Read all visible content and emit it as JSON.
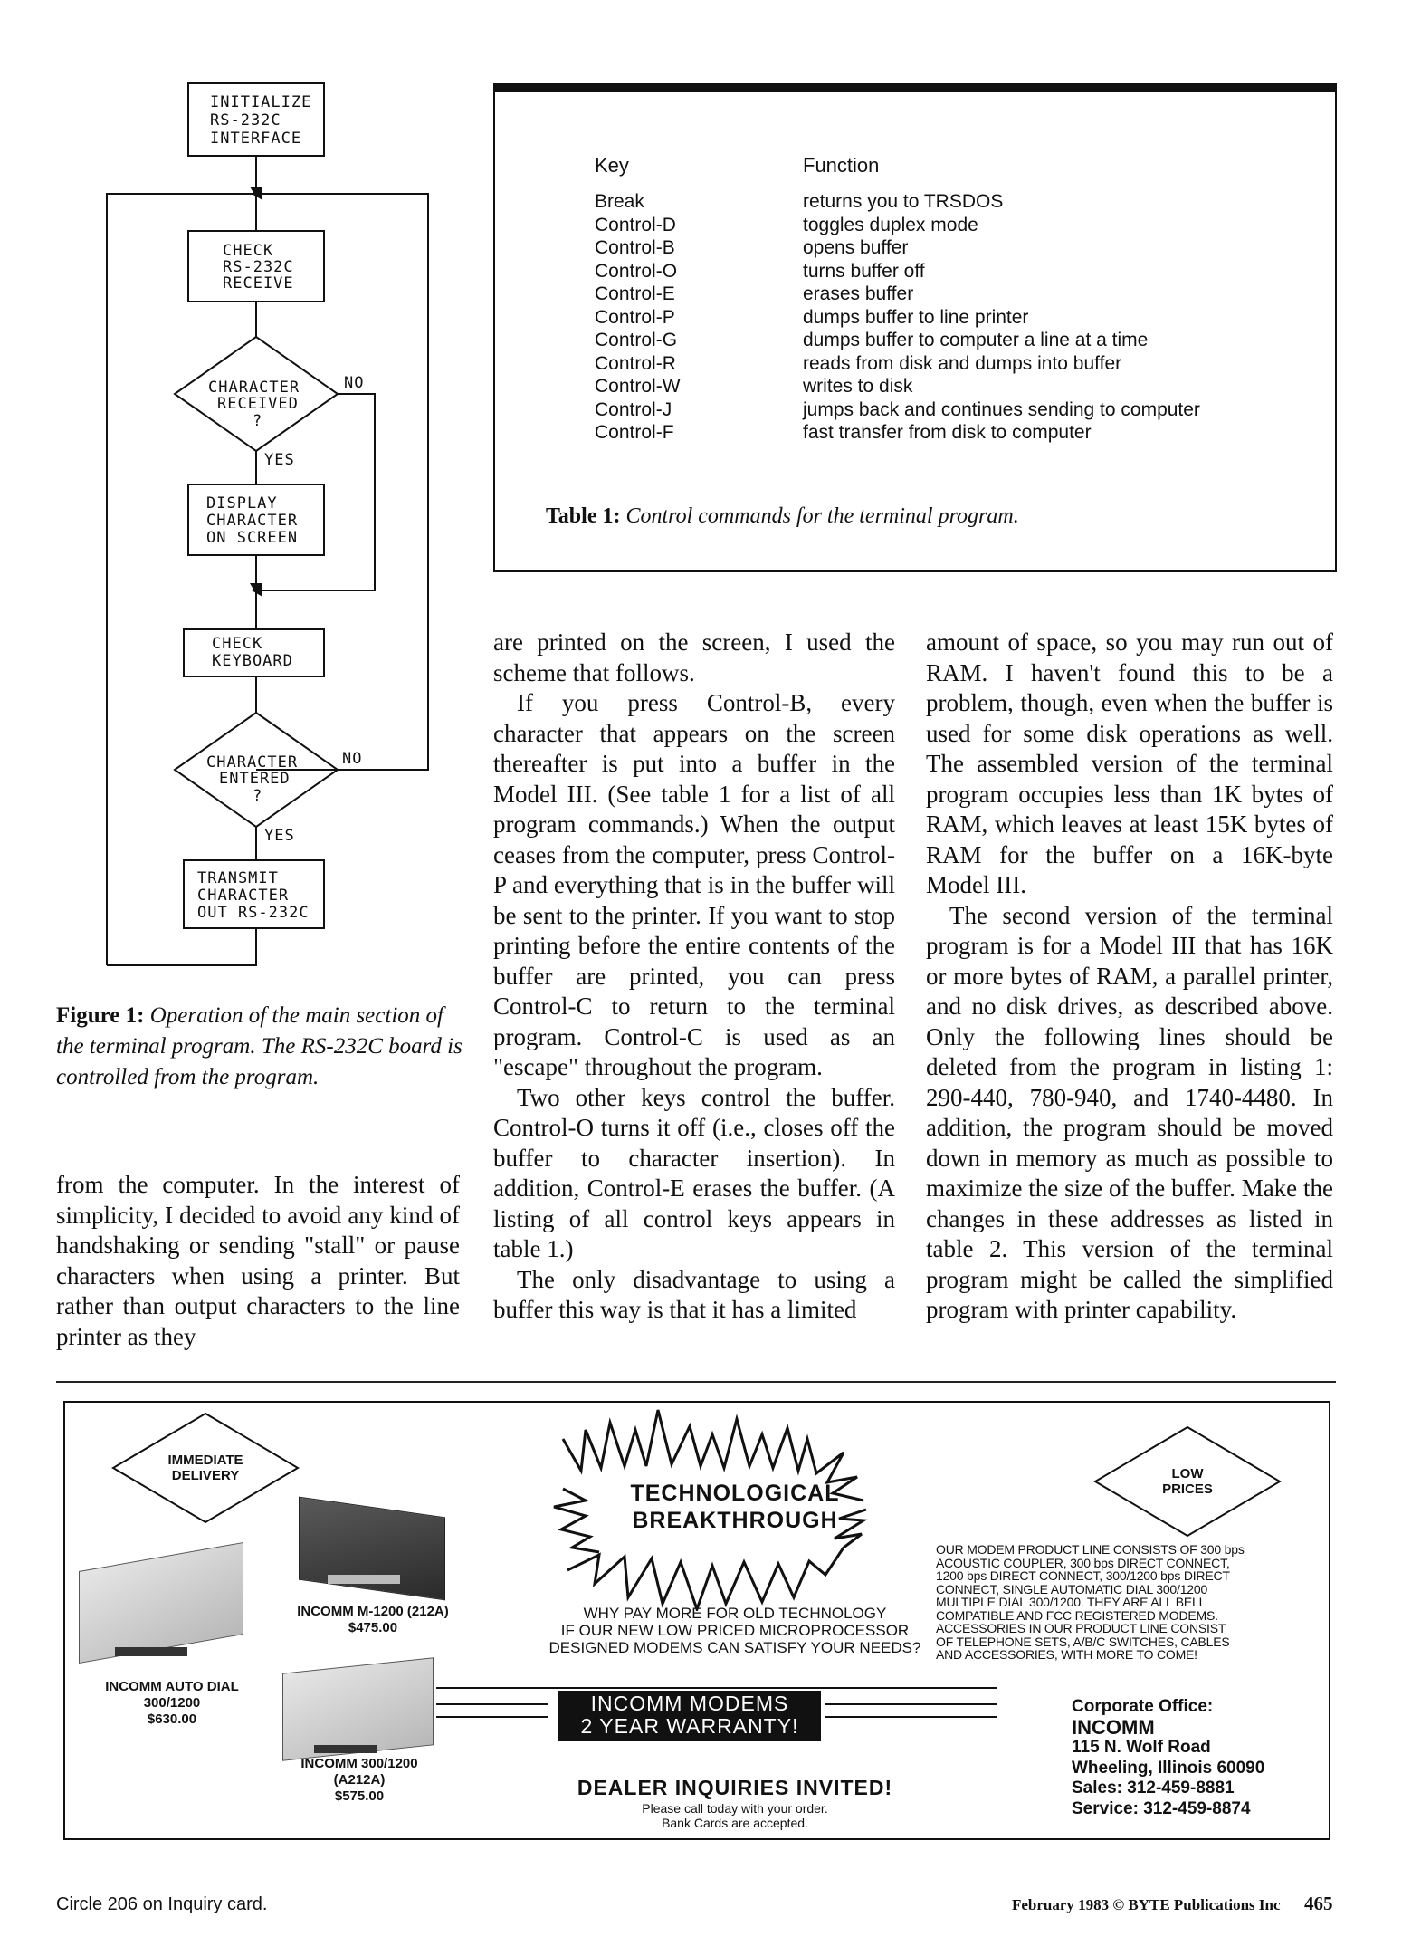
{
  "flowchart": {
    "steps": {
      "init": [
        "INITIALIZE",
        "RS-232C",
        "INTERFACE"
      ],
      "check_receive": [
        "CHECK",
        "RS-232C",
        "RECEIVE"
      ],
      "char_received": [
        "CHARACTER",
        "RECEIVED",
        "?"
      ],
      "display": [
        "DISPLAY",
        "CHARACTER",
        "ON SCREEN"
      ],
      "check_keyboard": [
        "CHECK",
        "KEYBOARD"
      ],
      "char_entered": [
        "CHARACTER",
        "ENTERED",
        "?"
      ],
      "transmit": [
        "TRANSMIT",
        "CHARACTER",
        "OUT RS-232C"
      ]
    },
    "yes": "YES",
    "no": "NO",
    "caption_label": "Figure 1:",
    "caption_text": "Operation of the main section of the terminal program. The RS-232C board is controlled from the program."
  },
  "table1": {
    "header_key": "Key",
    "header_function": "Function",
    "rows": [
      {
        "key": "Break",
        "function": "returns you to TRSDOS"
      },
      {
        "key": "Control-D",
        "function": "toggles duplex mode"
      },
      {
        "key": "Control-B",
        "function": "opens buffer"
      },
      {
        "key": "Control-O",
        "function": "turns buffer off"
      },
      {
        "key": "Control-E",
        "function": "erases buffer"
      },
      {
        "key": "Control-P",
        "function": "dumps buffer to line printer"
      },
      {
        "key": "Control-G",
        "function": "dumps buffer to computer a line at a time"
      },
      {
        "key": "Control-R",
        "function": "reads from disk and dumps into buffer"
      },
      {
        "key": "Control-W",
        "function": "writes to disk"
      },
      {
        "key": "Control-J",
        "function": "jumps back and continues sending to computer"
      },
      {
        "key": "Control-F",
        "function": "fast transfer from disk to computer"
      }
    ],
    "caption_label": "Table 1:",
    "caption_text": "Control commands for the terminal program."
  },
  "article": {
    "col1": "from the computer. In the interest of simplicity, I decided to avoid any kind of handshaking or sending \"stall\" or pause characters when using a printer. But rather than output characters to the line printer as they",
    "col2_p1": "are printed on the screen, I used the scheme that follows.",
    "col2_p2": "If you press Control-B, every character that appears on the screen thereafter is put into a buffer in the Model III. (See table 1 for a list of all program commands.) When the output ceases from the computer, press Control-P and everything that is in the buffer will be sent to the printer. If you want to stop printing before the entire contents of the buffer are printed, you can press Control-C to return to the terminal program. Control-C is used as an \"escape\" throughout the program.",
    "col2_p3": "Two other keys control the buffer. Control-O turns it off (i.e., closes off the buffer to character insertion). In addition, Control-E erases the buffer. (A listing of all control keys appears in table 1.)",
    "col2_p4": "The only disadvantage to using a buffer this way is that it has a limited",
    "col3_p1": "amount of space, so you may run out of RAM. I haven't found this to be a problem, though, even when the buffer is used for some disk operations as well. The assembled version of the terminal program occupies less than 1K bytes of RAM, which leaves at least 15K bytes of RAM for the buffer on a 16K-byte Model III.",
    "col3_p2": "The second version of the terminal program is for a Model III that has 16K or more bytes of RAM, a parallel printer, and no disk drives, as described above. Only the following lines should be deleted from the program in listing 1: 290-440, 780-940, and 1740-4480. In addition, the program should be moved down in memory as much as possible to maximize the size of the buffer. Make the changes in these addresses as listed in table 2. This version of the terminal program might be called the simplified program with printer capability."
  },
  "ad": {
    "immediate": [
      "IMMEDIATE",
      "DELIVERY"
    ],
    "low_prices": [
      "LOW",
      "PRICES"
    ],
    "headline": [
      "TECHNOLOGICAL",
      "BREAKTHROUGH"
    ],
    "pitch": [
      "WHY PAY MORE FOR OLD TECHNOLOGY",
      "IF OUR NEW LOW PRICED MICROPROCESSOR",
      "DESIGNED MODEMS CAN SATISFY YOUR NEEDS?"
    ],
    "product_line": [
      "OUR MODEM PRODUCT LINE CONSISTS OF 300 bps",
      "ACOUSTIC COUPLER, 300 bps DIRECT CONNECT,",
      "1200 bps DIRECT CONNECT, 300/1200 bps DIRECT",
      "CONNECT, SINGLE AUTOMATIC DIAL 300/1200",
      "MULTIPLE DIAL 300/1200. THEY ARE ALL BELL",
      "COMPATIBLE AND FCC REGISTERED MODEMS.",
      "ACCESSORIES IN OUR PRODUCT LINE CONSIST",
      "OF TELEPHONE SETS, A/B/C SWITCHES, CABLES",
      "AND ACCESSORIES, WITH MORE TO COME!"
    ],
    "products": {
      "m1200": [
        "INCOMM M-1200 (212A)",
        "$475.00"
      ],
      "autodial": [
        "INCOMM AUTO DIAL",
        "300/1200",
        "$630.00"
      ],
      "p300": [
        "INCOMM 300/1200",
        "(A212A)",
        "$575.00"
      ]
    },
    "warranty": [
      "INCOMM MODEMS",
      "2 YEAR WARRANTY!"
    ],
    "dealer": "DEALER INQUIRIES INVITED!",
    "call": [
      "Please call today with your order.",
      "Bank Cards are accepted."
    ],
    "corporate": [
      "Corporate Office:",
      "INCOMM",
      "115 N. Wolf Road",
      "Wheeling, Illinois 60090",
      "Sales: 312-459-8881",
      "Service: 312-459-8874"
    ]
  },
  "footer": {
    "circle": "Circle 206 on Inquiry card.",
    "credit": "February 1983 © BYTE Publications Inc",
    "page": "465"
  }
}
